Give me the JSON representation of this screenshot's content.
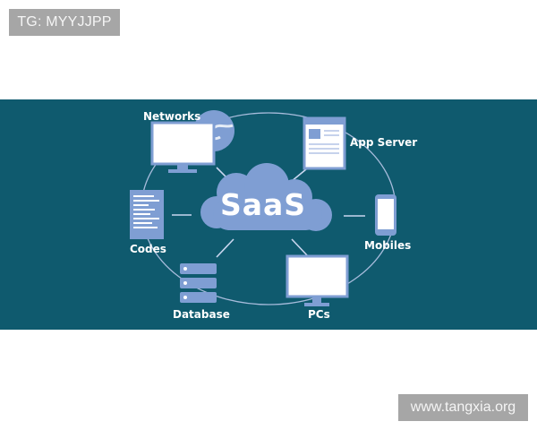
{
  "watermarks": {
    "top": "TG: MYYJJPP",
    "bottom": "www.tangxia.org"
  },
  "diagram": {
    "center": "SaaS",
    "nodes": {
      "networks": "Networks",
      "app_server": "App Server",
      "codes": "Codes",
      "mobiles": "Mobiles",
      "database": "Database",
      "pcs": "PCs"
    },
    "colors": {
      "background": "#0f5a6e",
      "accent": "#7f9ed3",
      "screen": "#ffffff",
      "line": "#b8c7e8"
    }
  }
}
